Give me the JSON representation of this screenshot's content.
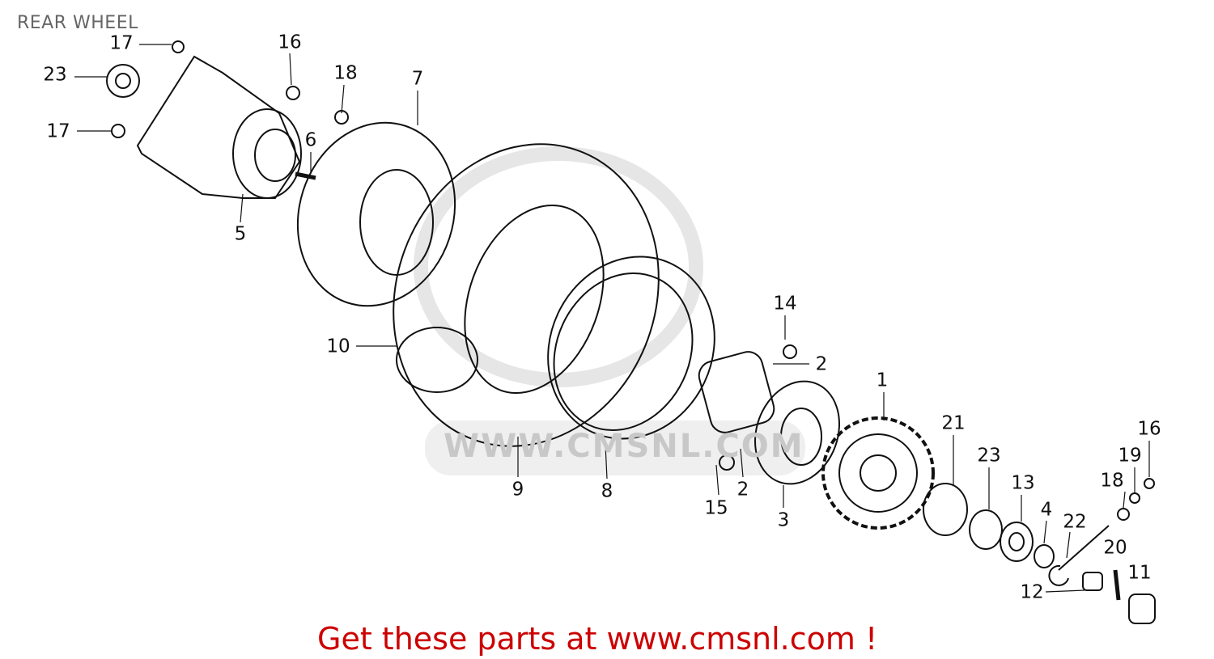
{
  "title": "REAR WHEEL",
  "footer": "Get these parts at www.cmsnl.com !",
  "watermark": "WWW.CMSNL.COM",
  "labels": [
    "17",
    "23",
    "17",
    "16",
    "18",
    "7",
    "6",
    "5",
    "10",
    "14",
    "2",
    "1",
    "21",
    "23",
    "13",
    "16",
    "19",
    "18",
    "4",
    "22",
    "20",
    "11",
    "12",
    "9",
    "8",
    "15",
    "2",
    "3"
  ],
  "colors": {
    "footer": "#cc0000",
    "title": "#666666",
    "line": "#111111"
  }
}
